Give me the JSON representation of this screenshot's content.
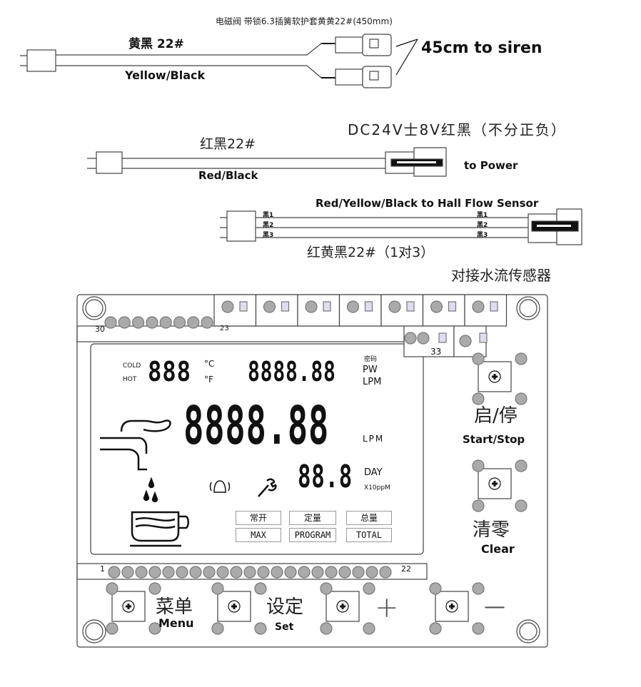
{
  "wires": {
    "siren": {
      "caption": "电磁阀 带锁6.3插簧软护套黄黄22#(450mm)",
      "label_cn": "黄黑 22#",
      "label_en": "Yellow/Black",
      "target": "45cm to siren"
    },
    "power": {
      "spec": "DC24V士8V红黑（不分正负）",
      "label_cn": "红黑22#",
      "label_en": "Red/Black",
      "target": "to Power"
    },
    "sensor": {
      "title": "Red/Yellow/Black to Hall Flow Sensor",
      "pins": [
        "黑1",
        "黑2",
        "黑3"
      ],
      "label_cn": "红黄黑22#（1对3）",
      "target_cn": "对接水流传感器"
    }
  },
  "pcb": {
    "pin_labels": {
      "p30": "30",
      "p23": "23",
      "p33": "33",
      "p1": "1",
      "p22": "22"
    },
    "lcd": {
      "cold": "COLD",
      "hot": "HOT",
      "temp_digits": "888",
      "unit_c": "°C",
      "unit_f": "°F",
      "top_digits": "8888.88",
      "pw_cn": "密码",
      "pw": "PW",
      "lpm_top": "LPM",
      "main_digits": "8888.88",
      "lpm_main": "LPM",
      "day_digits": "88.8",
      "day": "DAY",
      "ppm": "X10ppM",
      "modes": [
        {
          "cn": "常开",
          "en": "MAX"
        },
        {
          "cn": "定量",
          "en": "PROGRAM"
        },
        {
          "cn": "总量",
          "en": "TOTAL"
        }
      ]
    },
    "buttons": {
      "start_stop": {
        "cn": "启/停",
        "en": "Start/Stop"
      },
      "clear": {
        "cn": "清零",
        "en": "Clear"
      },
      "menu": {
        "cn": "菜单",
        "en": "Menu"
      },
      "set": {
        "cn": "设定",
        "en": "Set"
      },
      "plus": "+",
      "minus": "—"
    }
  }
}
